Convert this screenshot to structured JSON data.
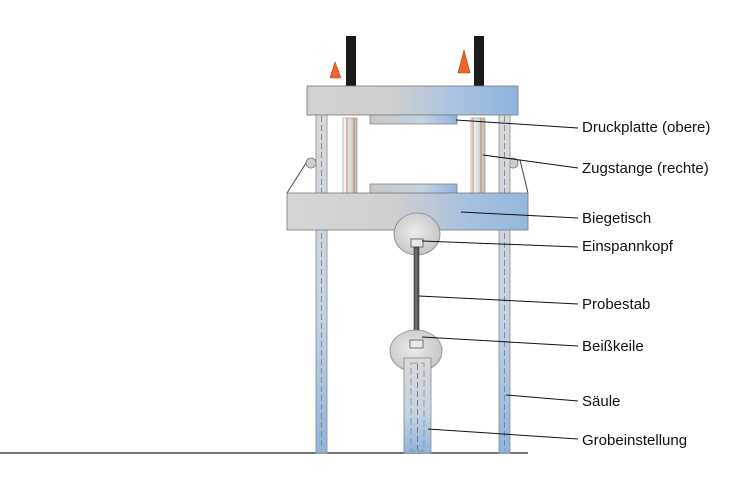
{
  "labels": {
    "upper_platen": "Druckplatte (obere)",
    "tie_rod": "Zugstange (rechte)",
    "bending_table": "Biegetisch",
    "clamping_head": "Einspannkopf",
    "specimen": "Probestab",
    "wedge_grips": "Beißkeile",
    "column": "Säule",
    "coarse_adjustment": "Grobeinstellung"
  },
  "colors": {
    "steel_light": "#cfcfcf",
    "steel_blue": "#8fb4dc",
    "rod_dark": "#1a1a1a",
    "arrow": "#f0642a",
    "outline": "#555555"
  }
}
